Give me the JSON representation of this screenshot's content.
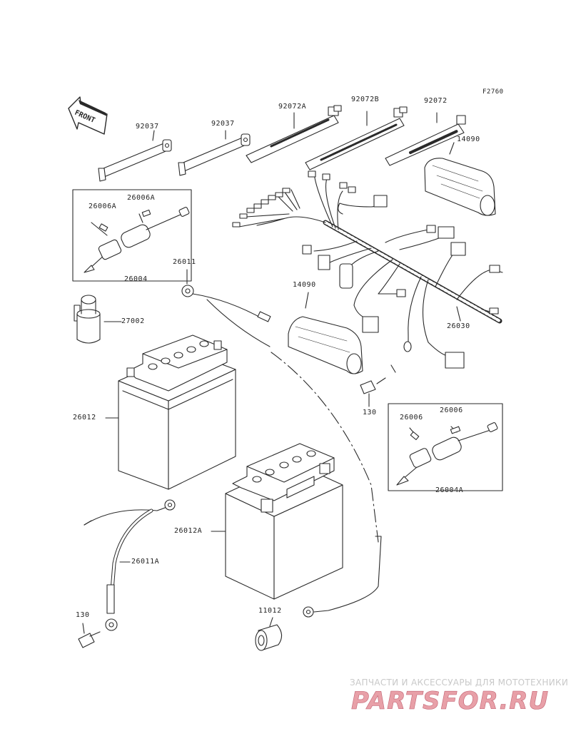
{
  "figure_code": "F2760",
  "front_label": "FRONT",
  "labels": {
    "p92037_a": "92037",
    "p92037_b": "92037",
    "p92072A": "92072A",
    "p92072B": "92072B",
    "p92072": "92072",
    "p14090_a": "14090",
    "p14090_b": "14090",
    "p26006A_a": "26006A",
    "p26006A_b": "26006A",
    "p26004": "26004",
    "p26011": "26011",
    "p27002": "27002",
    "p26030": "26030",
    "p130_a": "130",
    "p26006_a": "26006",
    "p26006_b": "26006",
    "p26004A": "26004A",
    "p26012": "26012",
    "p26012A": "26012A",
    "p26011A": "26011A",
    "p130_b": "130",
    "p11012": "11012"
  },
  "watermark": {
    "caption": "ЗАПЧАСТИ И АКСЕССУАРЫ ДЛЯ МОТОТЕХНИКИ",
    "logo_text": "PARTSFOR.RU",
    "color": "#e8a0a8"
  },
  "colors": {
    "line": "#2a2a2a",
    "background": "#ffffff"
  }
}
